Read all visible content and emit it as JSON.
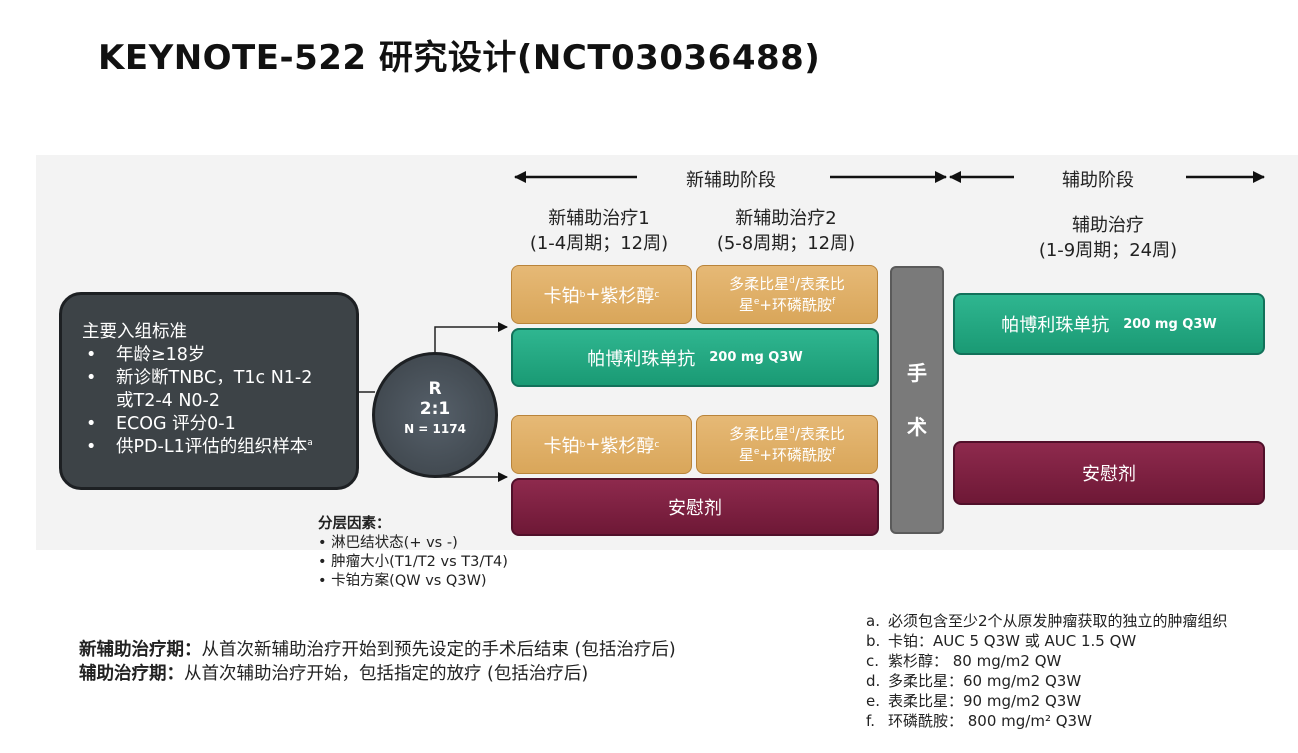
{
  "title": "KEYNOTE-522 研究设计(NCT03036488)",
  "phases": {
    "neoadjuvant": "新辅助阶段",
    "adjuvant": "辅助阶段"
  },
  "headers": {
    "neo1": {
      "line1": "新辅助治疗1",
      "line2": "(1-4周期；12周)"
    },
    "neo2": {
      "line1": "新辅助治疗2",
      "line2": "(5-8周期；12周)"
    },
    "adj": {
      "line1": "辅助治疗",
      "line2": "(1-9周期；24周)"
    }
  },
  "criteria": {
    "title": "主要入组标准",
    "items": [
      "年龄≥18岁",
      "新诊断TNBC，T1c N1-2",
      "或T2-4 N0-2",
      "ECOG 评分0-1",
      "供PD-L1评估的组织样本"
    ],
    "item5_sup": "a"
  },
  "randomization": {
    "label": "R",
    "ratio": "2:1",
    "n": "N = 1174"
  },
  "chemo1": {
    "carbo": "卡铂",
    "carbo_sup": "b",
    "plus": "+",
    "pacli": "紫杉醇",
    "pacli_sup": "c"
  },
  "chemo2": {
    "arm1_a": "多柔比星",
    "d_sup": "d",
    "arm1_b": "/表柔比",
    "arm1_c": "星",
    "e_sup": "e",
    "arm1_d": "+环磷酰胺",
    "f_sup": "f",
    "arm2_a": "多柔比星",
    "arm2_b": "/表柔比",
    "arm2_c": "星",
    "arm2_d": "+环磷酰胺"
  },
  "pembro": {
    "name": "帕博利珠单抗",
    "dose": "200 mg Q3W"
  },
  "placebo": "安慰剂",
  "surgery": {
    "char1": "手",
    "char2": "术"
  },
  "stratification": {
    "title": "分层因素：",
    "items": [
      "淋巴结状态(+ vs -)",
      "肿瘤大小(T1/T2 vs T3/T4)",
      "卡铂方案(QW vs Q3W)"
    ]
  },
  "definitions": [
    {
      "term": "新辅助治疗期：",
      "text": "从首次新辅助治疗开始到预先设定的手术后结束 (包括治疗后)"
    },
    {
      "term": "辅助治疗期：",
      "text": "从首次辅助治疗开始，包括指定的放疗 (包括治疗后)"
    }
  ],
  "footnotes": [
    {
      "letter": "a.",
      "text": "必须包含至少2个从原发肿瘤获取的独立的肿瘤组织"
    },
    {
      "letter": "b.",
      "text": "卡铂：AUC 5 Q3W 或 AUC 1.5 QW"
    },
    {
      "letter": "c.",
      "text": "紫杉醇： 80 mg/m2 QW"
    },
    {
      "letter": "d.",
      "text": "多柔比星：60 mg/m2 Q3W"
    },
    {
      "letter": "e.",
      "text": "表柔比星：90 mg/m2 Q3W"
    },
    {
      "letter": "f.",
      "text": "环磷酰胺： 800 mg/m² Q3W"
    }
  ],
  "colors": {
    "chemo": "#dcaa60",
    "pembro": "#1fa37c",
    "placebo": "#7a1e3e",
    "criteria": "#3d4347",
    "surgery": "#7a7a7a"
  }
}
